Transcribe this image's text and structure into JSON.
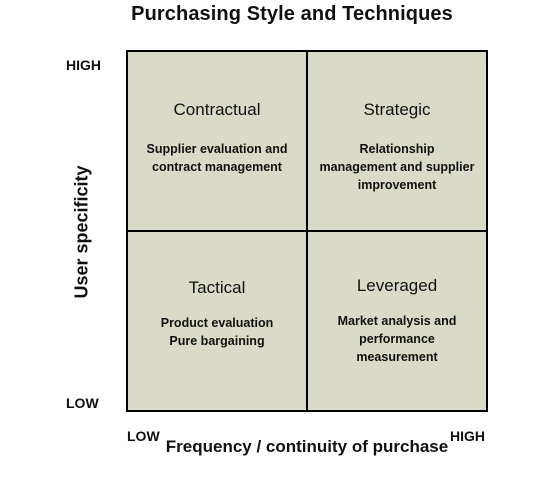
{
  "title": "Purchasing Style and Techniques",
  "y_axis": {
    "label": "User specificity",
    "high": "HIGH",
    "low": "LOW"
  },
  "x_axis": {
    "label": "Frequency / continuity of purchase",
    "low": "LOW",
    "high": "HIGH"
  },
  "quadrants": {
    "top_left": {
      "name": "Contractual",
      "desc": "Supplier evaluation and contract management"
    },
    "top_right": {
      "name": "Strategic",
      "desc": "Relationship management and supplier improvement"
    },
    "bottom_left": {
      "name": "Tactical",
      "desc": "Product evaluation Pure bargaining"
    },
    "bottom_right": {
      "name": "Leveraged",
      "desc": "Market analysis and performance measurement"
    }
  },
  "colors": {
    "cell_fill": "#d9dbc8",
    "border": "#000000"
  }
}
